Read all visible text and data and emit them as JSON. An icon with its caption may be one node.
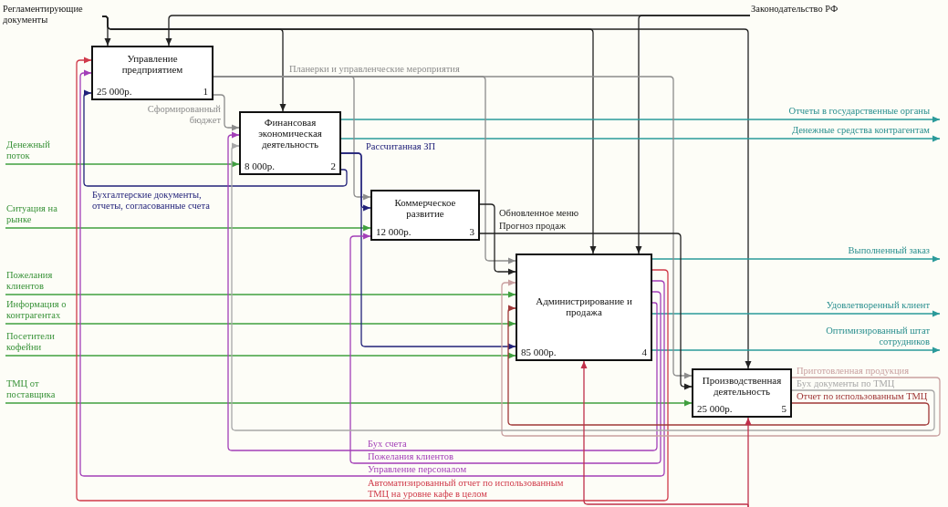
{
  "diagram": {
    "nodes": [
      {
        "text": [
          "Регламентирующие документы"
        ]
      },
      {
        "text": [
          "Законодательство РФ"
        ]
      },
      {
        "text": [
          "Управление предприятием",
          "25 000р.",
          "1"
        ]
      },
      {
        "text": [
          "Финансовая экономическая деятельность",
          "8 000р.",
          "2"
        ]
      },
      {
        "text": [
          "Отчеты в государственные органы"
        ]
      },
      {
        "text": [
          "Денежные средства контрагентам"
        ]
      },
      {
        "text": [
          "Денежный поток"
        ]
      },
      {
        "text": [
          "Коммерческое развитие",
          "12 000р.",
          "3"
        ]
      },
      {
        "text": [
          "Ситуация на рынке"
        ]
      },
      {
        "text": [
          "Выполненный заказ"
        ]
      },
      {
        "text": [
          "Администрирование и продажа",
          "85 000р.",
          "4"
        ]
      },
      {
        "text": [
          "Пожелания клиентов"
        ]
      },
      {
        "text": [
          "Информация о контрагентах"
        ]
      },
      {
        "text": [
          "Удовлетворенный клиент"
        ]
      },
      {
        "text": [
          "Оптимизированный штат сотрудников"
        ]
      },
      {
        "text": [
          "Посетители кофейни"
        ]
      },
      {
        "text": [
          "Производственная деятельность",
          "25 000р.",
          "5"
        ]
      },
      {
        "text": [
          "ТМЦ от поставщика"
        ]
      }
    ],
    "edges": [
      {
        "from": 0,
        "to": 2,
        "arrow": "to"
      },
      {
        "from": 0,
        "to": 3,
        "arrow": "to"
      },
      {
        "from": 0,
        "to": 10,
        "arrow": "to"
      },
      {
        "from": 0,
        "to": 16,
        "arrow": "to"
      },
      {
        "from": 1,
        "to": 2,
        "arrow": "to"
      },
      {
        "from": 1,
        "to": 10,
        "arrow": "to"
      },
      {
        "from": 6,
        "to": 3,
        "arrow": "to",
        "color": "#3f9f3f"
      },
      {
        "from": 8,
        "to": 7,
        "arrow": "to",
        "color": "#3f9f3f"
      },
      {
        "from": 11,
        "to": 10,
        "arrow": "to",
        "color": "#3f9f3f"
      },
      {
        "from": 12,
        "to": 10,
        "arrow": "to",
        "color": "#3f9f3f"
      },
      {
        "from": 15,
        "to": 10,
        "arrow": "to",
        "color": "#3f9f3f"
      },
      {
        "from": 17,
        "to": 16,
        "arrow": "to",
        "color": "#3f9f3f"
      },
      {
        "from": 3,
        "to": 4,
        "arrow": "to",
        "color": "#2a9a9a"
      },
      {
        "from": 3,
        "to": 5,
        "arrow": "to",
        "color": "#2a9a9a"
      },
      {
        "from": 10,
        "to": 9,
        "arrow": "to",
        "color": "#2a9a9a"
      },
      {
        "from": 10,
        "to": 13,
        "arrow": "to",
        "color": "#2a9a9a"
      },
      {
        "from": 10,
        "to": 14,
        "arrow": "to",
        "color": "#2a9a9a"
      },
      {
        "from": 2,
        "to": 3,
        "arrow": "to",
        "label": "Сформированный бюджет",
        "color": "#8c8c8c"
      },
      {
        "from": 2,
        "to": 7,
        "arrow": "to",
        "label": "Планерки и управленческие мероприятия",
        "color": "#8c8c8c"
      },
      {
        "from": 2,
        "to": 10,
        "arrow": "to",
        "color": "#8c8c8c"
      },
      {
        "from": 2,
        "to": 16,
        "arrow": "to",
        "color": "#8c8c8c"
      },
      {
        "from": 3,
        "to": 7,
        "arrow": "to",
        "label": "Рассчитанная ЗП",
        "color": "#22227a"
      },
      {
        "from": 3,
        "to": 10,
        "arrow": "to",
        "color": "#22227a"
      },
      {
        "from": 3,
        "to": 2,
        "arrow": "to",
        "label": "Бухгалтерские документы, отчеты, согласованные счета",
        "color": "#22227a"
      },
      {
        "from": 7,
        "to": 10,
        "arrow": "to",
        "label": "Обновленное меню"
      },
      {
        "from": 7,
        "to": 16,
        "arrow": "to",
        "label": "Прогноз продаж"
      },
      {
        "from": 10,
        "to": 2,
        "arrow": "to",
        "label": "Автоматизированный отчет по использованным ТМЦ на уровне кафе в целом",
        "color": "#d03a4a"
      },
      {
        "from": 10,
        "to": 2,
        "arrow": "to",
        "label": "Управление персоналом",
        "color": "#a33fb8"
      },
      {
        "from": 10,
        "to": 7,
        "arrow": "to",
        "label": "Пожелания клиентов",
        "color": "#a33fb8"
      },
      {
        "from": 10,
        "to": 3,
        "arrow": "to",
        "label": "Бух счета",
        "color": "#a33fb8"
      },
      {
        "from": 16,
        "to": 10,
        "arrow": "to",
        "label": "Приготовленная продукция",
        "color": "#c9a0a0"
      },
      {
        "from": 16,
        "to": 3,
        "arrow": "to",
        "label": "Бух документы по ТМЦ",
        "color": "#a8a8a8"
      },
      {
        "from": 16,
        "to": 10,
        "arrow": "to",
        "label": "Отчет по использованным ТМЦ",
        "color": "#a03838"
      },
      {
        "from": null,
        "to": 10,
        "arrow": "to",
        "color": "#c0304a"
      },
      {
        "from": null,
        "to": 16,
        "arrow": "to",
        "color": "#c0304a"
      }
    ]
  }
}
